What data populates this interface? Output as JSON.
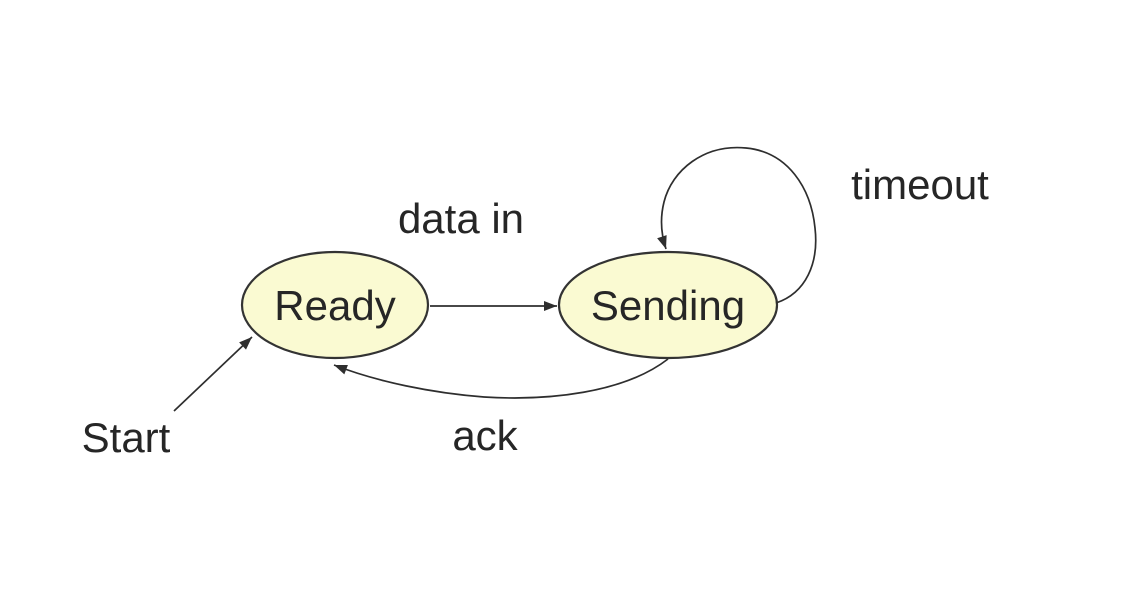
{
  "diagram": {
    "type": "state-machine",
    "states": [
      {
        "id": "ready",
        "label": "Ready"
      },
      {
        "id": "sending",
        "label": "Sending"
      }
    ],
    "transitions": [
      {
        "from": null,
        "to": "ready",
        "label": "Start"
      },
      {
        "from": "ready",
        "to": "sending",
        "label": "data in"
      },
      {
        "from": "sending",
        "to": "sending",
        "label": "timeout"
      },
      {
        "from": "sending",
        "to": "ready",
        "label": "ack"
      }
    ],
    "colors": {
      "state_fill": "#fafad2",
      "state_stroke": "#333333",
      "edge_stroke": "#2e2e2e",
      "label_text": "#262626",
      "background": "#ffffff"
    }
  }
}
